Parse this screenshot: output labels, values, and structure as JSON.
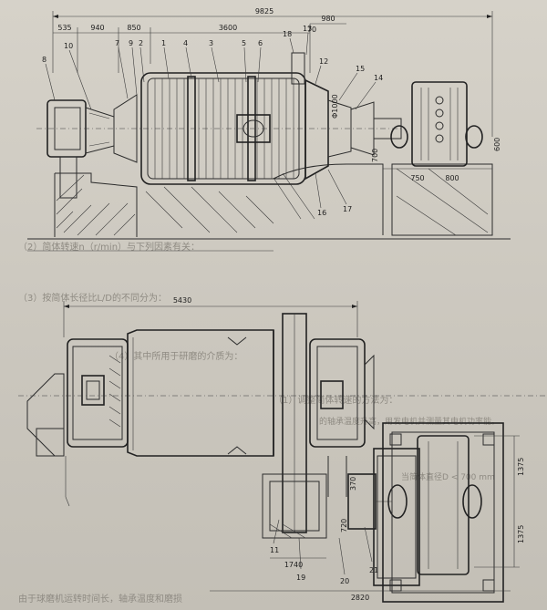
{
  "top_view": {
    "overall_dim": "9825",
    "dims": [
      "535",
      "940",
      "850",
      "3600",
      "980",
      "70"
    ],
    "part_labels": [
      "8",
      "10",
      "7",
      "9",
      "2",
      "1",
      "4",
      "3",
      "5",
      "6",
      "18",
      "13",
      "12",
      "15",
      "14",
      "16",
      "17"
    ],
    "inner_label": "Φ1000",
    "right_dims": [
      "750",
      "800",
      "600",
      "700"
    ]
  },
  "bottom_view": {
    "overall_dim": "5430",
    "part_labels": [
      "11",
      "19",
      "20",
      "21"
    ],
    "dims": [
      "1740",
      "2820",
      "720",
      "370",
      "1375",
      "1375"
    ]
  },
  "background_text": [
    "（2）简体转速n（r/min）与下列因素有关：",
    "（3）按简体长径比L/D的不同分为：",
    "（4）其中所用于研磨的介质为：",
    "（1）调整简体转速的方法为：",
    "的轴承温度升高，用发电机并测量其电机功率能。",
    "当简体直径D < 700 mm",
    "由于球磨机运转时间长，轴承温度和磨损"
  ]
}
